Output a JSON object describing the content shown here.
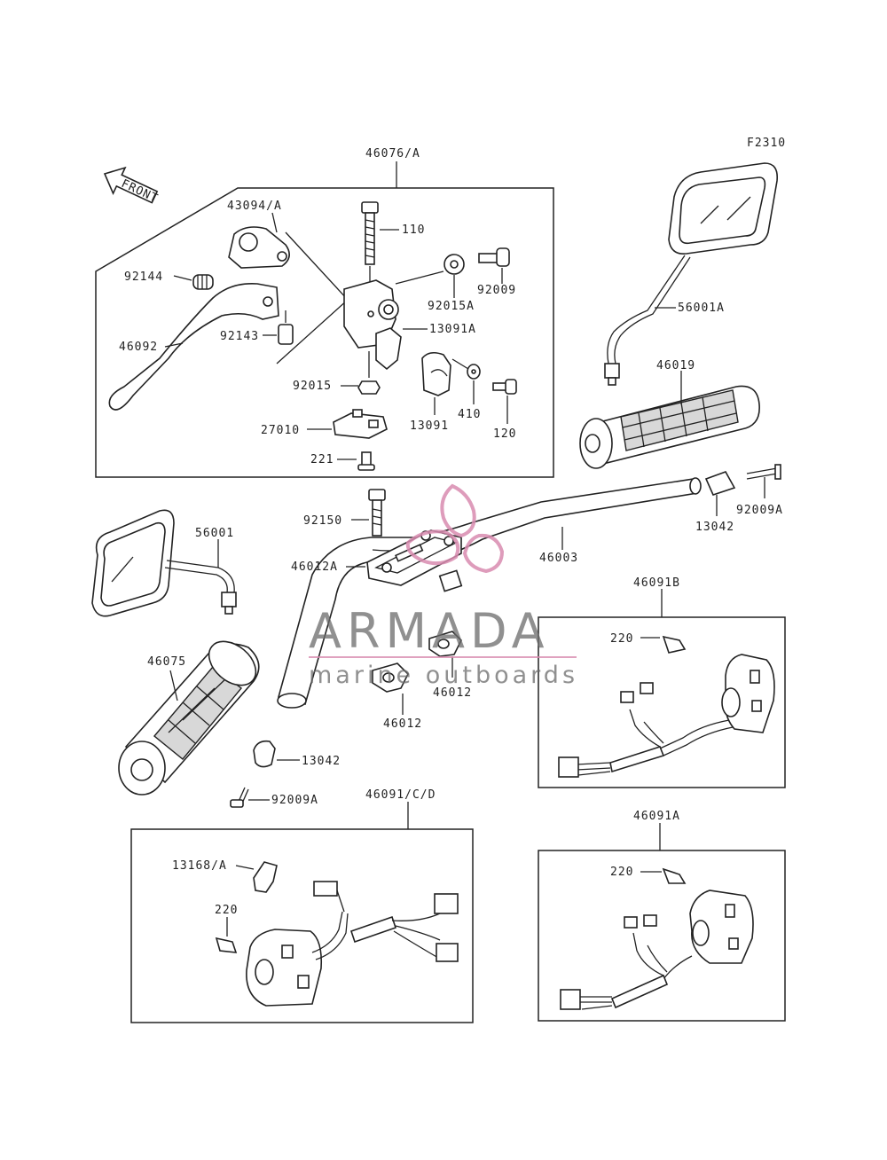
{
  "diagram_id": "F2310",
  "front_label": "FRONT",
  "watermark": {
    "brand": "ARMADA",
    "tagline": "marine outboards",
    "accent_color": "#d98bb0",
    "text_color": "#6b6b6b"
  },
  "labels": {
    "p46076": "46076/A",
    "p43094": "43094/A",
    "p110": "110",
    "p92144": "92144",
    "p92015a": "92015A",
    "p92009": "92009",
    "p46092": "46092",
    "p92143": "92143",
    "p13091a": "13091A",
    "p92015": "92015",
    "p410": "410",
    "p13091": "13091",
    "p120": "120",
    "p27010": "27010",
    "p221": "221",
    "p56001a": "56001A",
    "p46019": "46019",
    "p13042r": "13042",
    "p92009ar": "92009A",
    "p92150": "92150",
    "p46012a": "46012A",
    "p46003": "46003",
    "p56001": "56001",
    "p46091b": "46091B",
    "p220b": "220",
    "p46075": "46075",
    "p46012a2": "46012",
    "p46012b": "46012",
    "p13042l": "13042",
    "p92009al": "92009A",
    "p46091cd": "46091/C/D",
    "p13168": "13168/A",
    "p220cd": "220",
    "p46091a": "46091A",
    "p220a": "220"
  }
}
